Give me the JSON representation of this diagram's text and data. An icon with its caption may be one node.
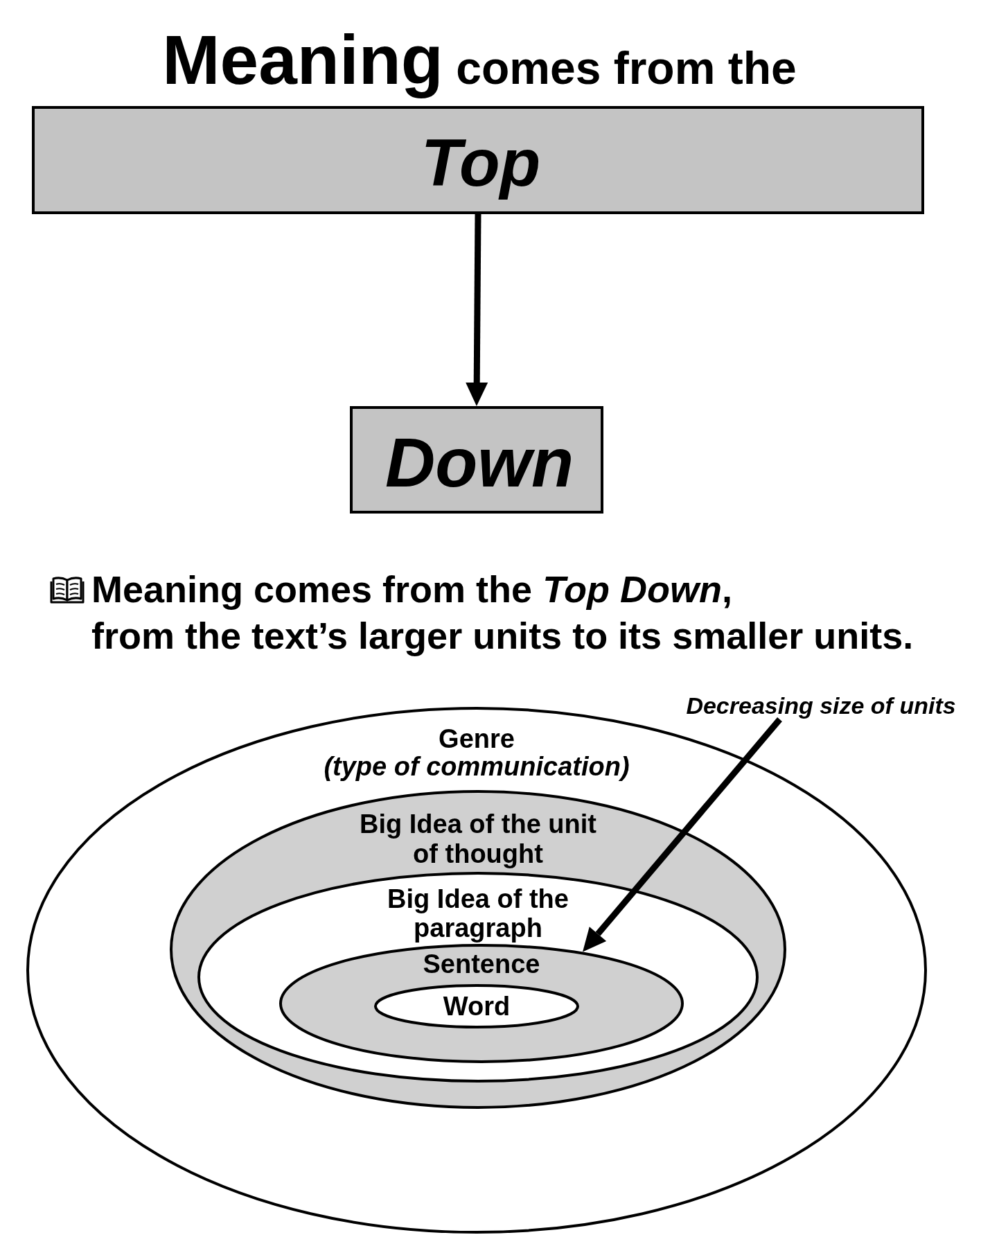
{
  "diagram": {
    "title": "Meaning comes from the",
    "nodes": [
      {
        "text": [
          "Top"
        ]
      },
      {
        "text": [
          "Down"
        ]
      },
      {
        "text": [
          "Genre",
          "(type of communication)"
        ]
      },
      {
        "text": [
          "Big Idea of the unit of thought"
        ],
        "in": 2
      },
      {
        "text": [
          "Big Idea of the paragraph"
        ],
        "in": 3
      },
      {
        "text": [
          "Sentence"
        ],
        "in": 4
      },
      {
        "text": [
          "Word"
        ],
        "in": 5
      },
      {
        "text": [
          "Decreasing size of units"
        ]
      }
    ],
    "edges": [
      {
        "from": 0,
        "to": 1,
        "arrow": "to"
      },
      {
        "from": 7,
        "to": 5,
        "arrow": "to"
      }
    ],
    "labels": [
      "Meaning comes from the *Top Down*, from the text’s larger units to its smaller units."
    ]
  }
}
